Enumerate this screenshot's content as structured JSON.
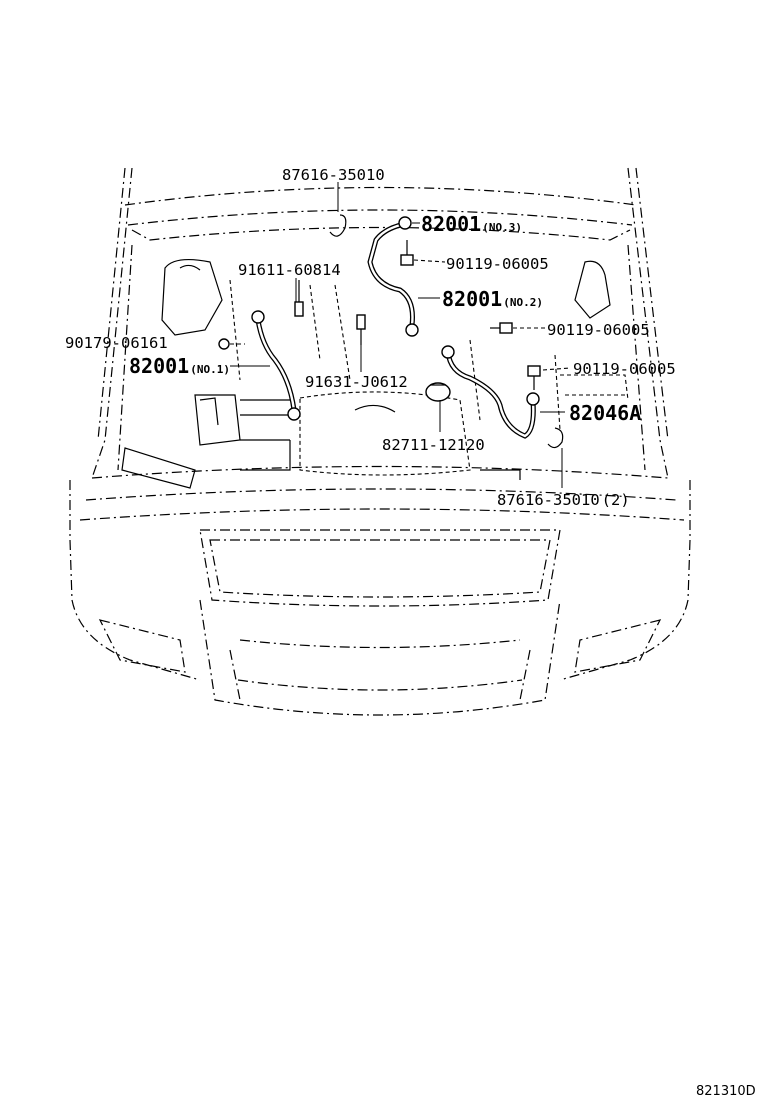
{
  "diagram_id": "821310D",
  "callouts": [
    {
      "id": "c1",
      "part": "87616-35010",
      "suffix": ""
    },
    {
      "id": "c2",
      "part": "82001",
      "suffix": "(NO.3)"
    },
    {
      "id": "c3",
      "part": "90119-06005",
      "suffix": ""
    },
    {
      "id": "c4",
      "part": "91611-60814",
      "suffix": ""
    },
    {
      "id": "c5",
      "part": "82001",
      "suffix": "(NO.2)"
    },
    {
      "id": "c6",
      "part": "90179-06161",
      "suffix": ""
    },
    {
      "id": "c7",
      "part": "90119-06005",
      "suffix": ""
    },
    {
      "id": "c8",
      "part": "82001",
      "suffix": "(NO.1)"
    },
    {
      "id": "c9",
      "part": "90119-06005",
      "suffix": ""
    },
    {
      "id": "c10",
      "part": "91631-J0612",
      "suffix": ""
    },
    {
      "id": "c11",
      "part": "82046A",
      "suffix": ""
    },
    {
      "id": "c12",
      "part": "82711-12120",
      "suffix": ""
    },
    {
      "id": "c13",
      "part": "87616-35010",
      "suffix": "(2)"
    }
  ]
}
